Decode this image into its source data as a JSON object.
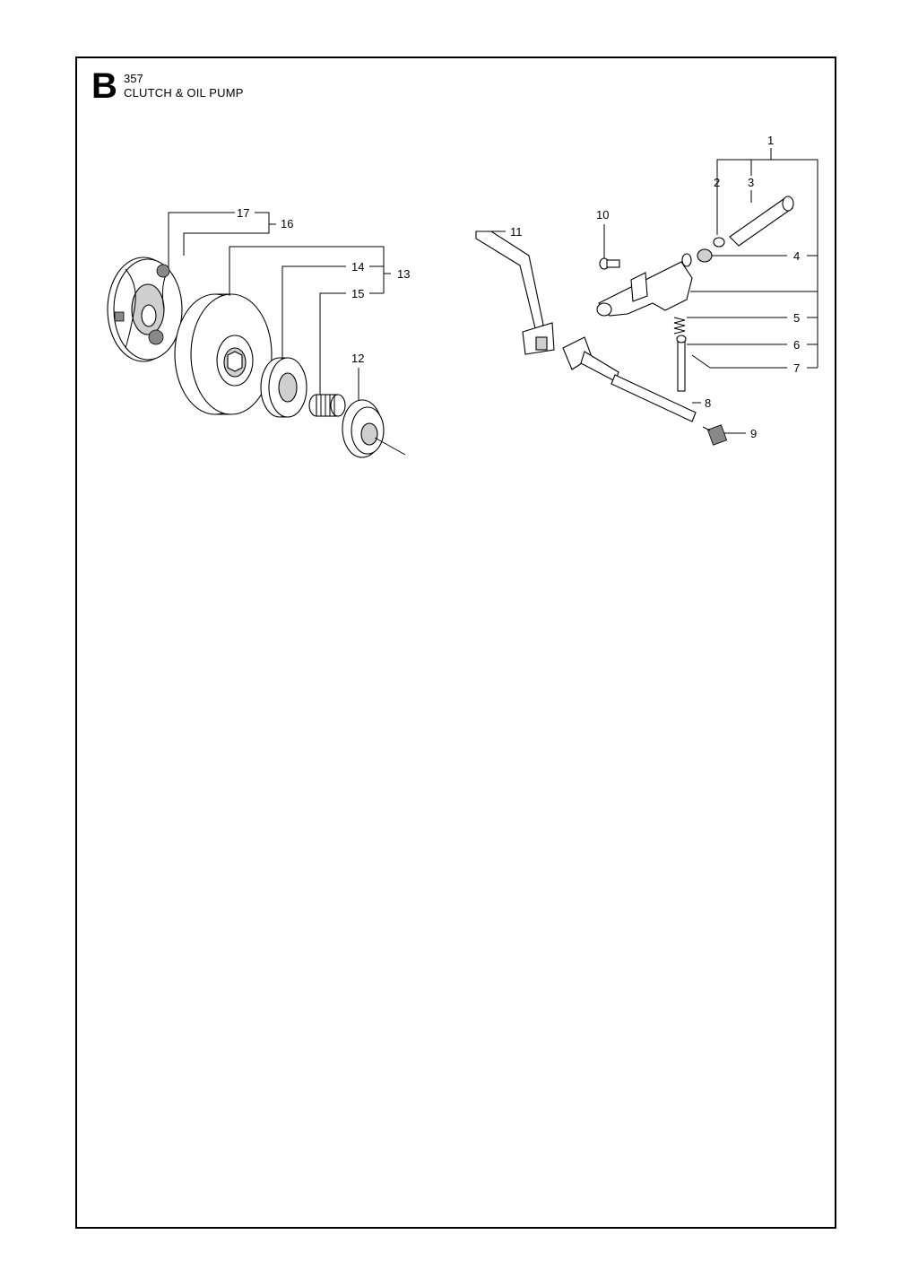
{
  "header": {
    "section_letter": "B",
    "model": "357",
    "title": "CLUTCH & OIL PUMP"
  },
  "callouts": {
    "n1": "1",
    "n2": "2",
    "n3": "3",
    "n4": "4",
    "n5": "5",
    "n6": "6",
    "n7": "7",
    "n8": "8",
    "n9": "9",
    "n10": "10",
    "n11": "11",
    "n12": "12",
    "n13": "13",
    "n14": "14",
    "n15": "15",
    "n16": "16",
    "n17": "17"
  }
}
